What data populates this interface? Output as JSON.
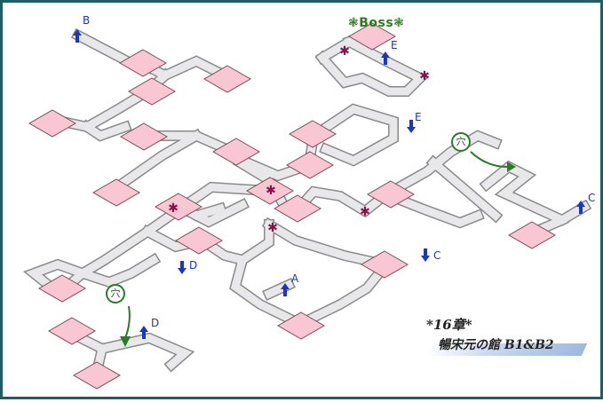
{
  "map": {
    "chapter": "*16章*",
    "area_name": "暢宋元の館 B1&B2",
    "boss_label": "❃Boss❃",
    "hole_glyph": "穴",
    "exit_labels": {
      "b": "B",
      "e_top": "E",
      "e_right": "E",
      "c_right": "C",
      "c_mid": "C",
      "d_left": "D",
      "d_bottom": "D",
      "a": "A"
    },
    "colors": {
      "corridor_fill": "#e8e8ea",
      "corridor_edge": "#8a8a8a",
      "room_fill": "#f9c6d4",
      "room_edge": "#7a4a55",
      "arrow": "#1a35c9",
      "event_marker": "#8a1048",
      "hole_arrow": "#2a7a2a",
      "frame": "#1f5f63"
    }
  }
}
